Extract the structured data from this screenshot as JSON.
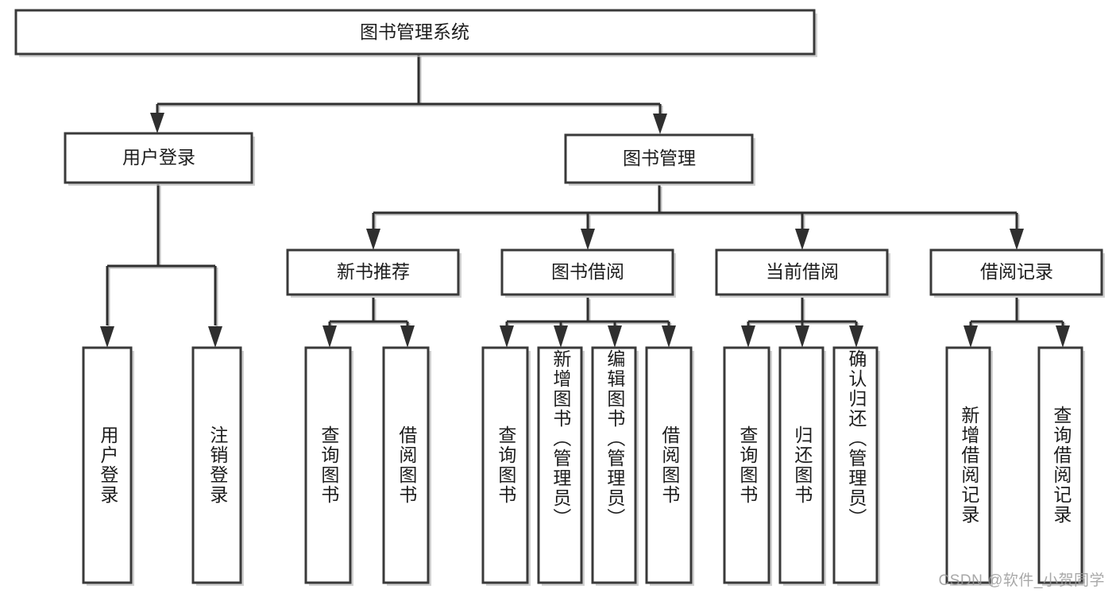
{
  "diagram": {
    "type": "tree-hierarchy-flowchart",
    "title_node": {
      "label": "图书管理系统"
    },
    "colors": {
      "box_fill": "#ffffff",
      "box_stroke": "#3a3a3a",
      "edge": "#2f2f2f",
      "text": "#1d1d1d",
      "shadow": "#b8b8b8",
      "watermark": "#9a9a9a"
    },
    "levels": {
      "level0": [
        {
          "id": "root",
          "label": "图书管理系统",
          "orientation": "horizontal"
        }
      ],
      "level1": [
        {
          "id": "user-login",
          "label": "用户登录",
          "orientation": "horizontal"
        },
        {
          "id": "book-manage",
          "label": "图书管理",
          "orientation": "horizontal"
        }
      ],
      "level2": [
        {
          "id": "new-book-recommend",
          "label": "新书推荐",
          "orientation": "horizontal"
        },
        {
          "id": "book-borrow",
          "label": "图书借阅",
          "orientation": "horizontal"
        },
        {
          "id": "current-borrow",
          "label": "当前借阅",
          "orientation": "horizontal"
        },
        {
          "id": "borrow-record",
          "label": "借阅记录",
          "orientation": "horizontal"
        }
      ],
      "level3": [
        {
          "id": "leaf-user-login",
          "label": "用户登录",
          "orientation": "vertical",
          "parent": "user-login"
        },
        {
          "id": "leaf-user-logout",
          "label": "注销登录",
          "orientation": "vertical",
          "parent": "user-login"
        },
        {
          "id": "leaf-query-book-1",
          "label": "查询图书",
          "orientation": "vertical",
          "parent": "new-book-recommend"
        },
        {
          "id": "leaf-borrow-book-1",
          "label": "借阅图书",
          "orientation": "vertical",
          "parent": "new-book-recommend"
        },
        {
          "id": "leaf-query-book-2",
          "label": "查询图书",
          "orientation": "vertical",
          "parent": "book-borrow"
        },
        {
          "id": "leaf-add-book",
          "label": "新增图书（管理员）",
          "orientation": "vertical",
          "parent": "book-borrow"
        },
        {
          "id": "leaf-edit-book",
          "label": "编辑图书（管理员）",
          "orientation": "vertical",
          "parent": "book-borrow"
        },
        {
          "id": "leaf-borrow-book-2",
          "label": "借阅图书",
          "orientation": "vertical",
          "parent": "book-borrow"
        },
        {
          "id": "leaf-query-book-3",
          "label": "查询图书",
          "orientation": "vertical",
          "parent": "current-borrow"
        },
        {
          "id": "leaf-return-book",
          "label": "归还图书",
          "orientation": "vertical",
          "parent": "current-borrow"
        },
        {
          "id": "leaf-confirm-return",
          "label": "确认归还（管理员）",
          "orientation": "vertical",
          "parent": "current-borrow"
        },
        {
          "id": "leaf-add-record",
          "label": "新增借阅记录",
          "orientation": "vertical",
          "parent": "borrow-record"
        },
        {
          "id": "leaf-query-record",
          "label": "查询借阅记录",
          "orientation": "vertical",
          "parent": "borrow-record"
        }
      ]
    },
    "watermark": "CSDN @软件_小贺同学"
  }
}
